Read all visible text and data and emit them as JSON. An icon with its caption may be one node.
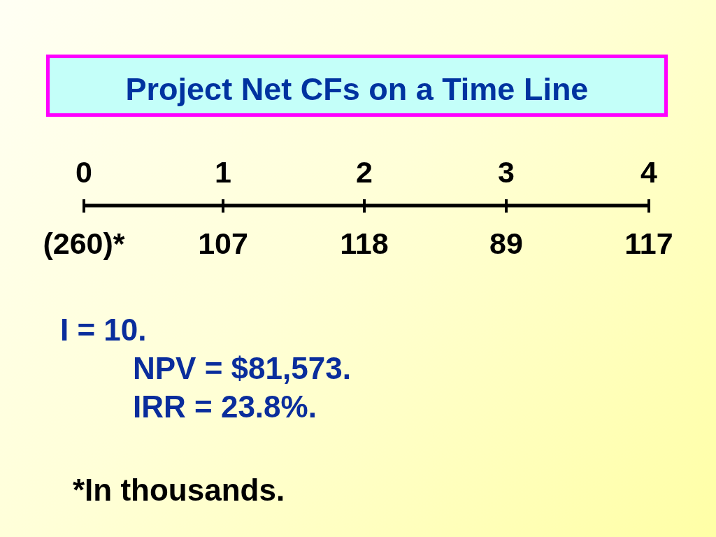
{
  "diagram": {
    "title": "Project Net CFs on a Time Line",
    "labels": [
      "0",
      "1",
      "2",
      "3",
      "4",
      "(260)*",
      "107",
      "118",
      "89",
      "117",
      "I = 10.",
      "NPV = $81,573.",
      "IRR = 23.8%.",
      "*In thousands."
    ]
  }
}
